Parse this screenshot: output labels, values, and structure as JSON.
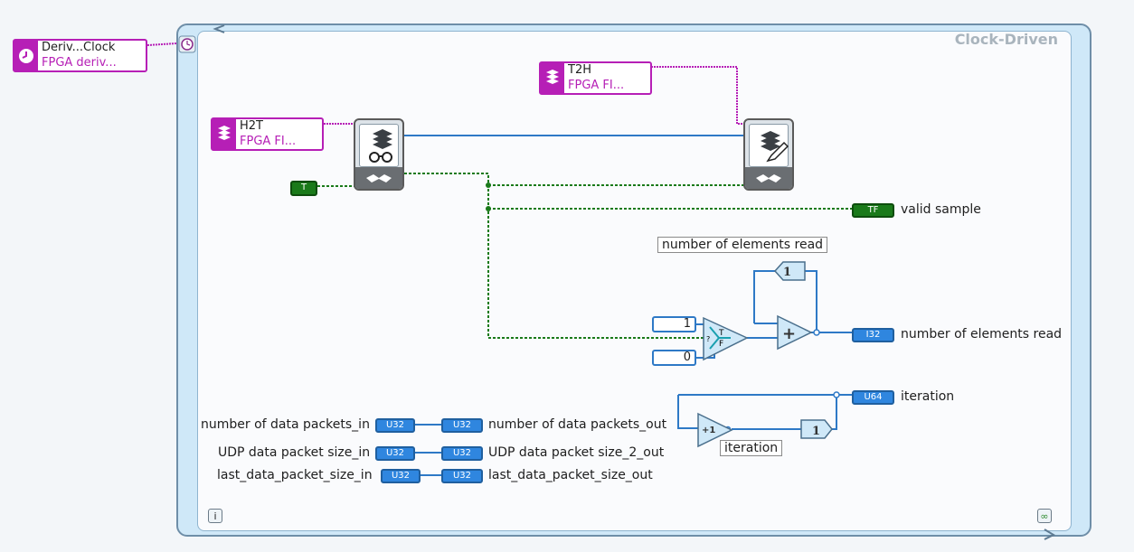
{
  "loop": {
    "title": "Clock-Driven"
  },
  "clock_ref": {
    "line1": "Deriv...Clock",
    "line2": "FPGA deriv..."
  },
  "h2t_ref": {
    "line1": "H2T",
    "line2": "FPGA FI..."
  },
  "t2h_ref": {
    "line1": "T2H",
    "line2": "FPGA FI..."
  },
  "bool_const": "T",
  "valid_sample": {
    "type": "TF",
    "label": "valid sample"
  },
  "elements_note": "number of elements read",
  "feedback_init": "1",
  "select_true_const": "1",
  "select_false_const": "0",
  "select_labels": {
    "t": "T",
    "f": "F",
    "q": "?"
  },
  "add_symbol": "+",
  "elements_read": {
    "type": "I32",
    "label": "number of elements read"
  },
  "iteration_out": {
    "type": "U64",
    "label": "iteration"
  },
  "increment": {
    "symbol": "+1"
  },
  "iteration_feedback_init": "1",
  "iteration_note": "iteration",
  "passthroughs": [
    {
      "in_label": "number of data packets_in",
      "in_type": "U32",
      "out_type": "U32",
      "out_label": "number of data packets_out"
    },
    {
      "in_label": "UDP data packet size_in",
      "in_type": "U32",
      "out_type": "U32",
      "out_label": "UDP data packet size_2_out"
    },
    {
      "in_label": "last_data_packet_size_in",
      "in_type": "U32",
      "out_type": "U32",
      "out_label": "last_data_packet_size_out"
    }
  ],
  "info_button": "i",
  "colors": {
    "fifo": "#b61fb6",
    "numeric_wire": "#2e79c6",
    "bool_wire": "#1a7a1a"
  }
}
